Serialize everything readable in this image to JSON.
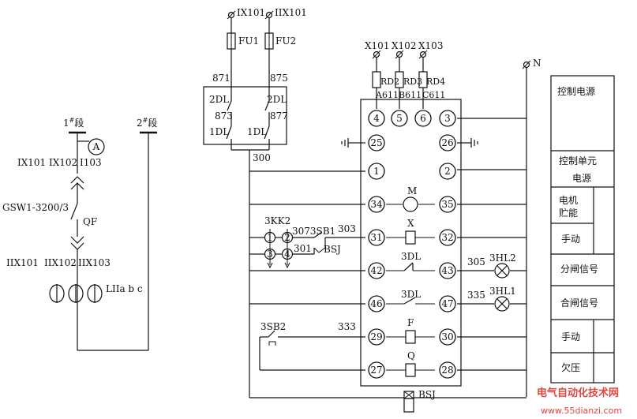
{
  "left": {
    "bus1": "1",
    "bus1_sup": "#",
    "bus1_suffix": "段",
    "bus2": "2",
    "bus2_sup": "#",
    "bus2_suffix": "段",
    "ammeter": "A",
    "line1_labels": [
      "IX101",
      "IX102",
      "I103"
    ],
    "breaker_model": "GSW1-3200/3",
    "breaker": "QF",
    "line2_labels": [
      "IIX101",
      "IIX102",
      "IIX103"
    ],
    "ct": "LIIa b c"
  },
  "top": {
    "supply": [
      "IX101",
      "IIX101"
    ],
    "fuses": [
      "FU1",
      "FU2"
    ],
    "wires_top": [
      "871",
      "875"
    ],
    "dl_labels": [
      "2DL",
      "2DL",
      "1DL",
      "1DL"
    ],
    "wires_mid": [
      "873",
      "877"
    ],
    "out_wire": "300"
  },
  "rd": {
    "terminals": [
      "X101",
      "X102",
      "X103"
    ],
    "fuses": [
      "RD2",
      "RD3",
      "RD4"
    ],
    "wires": [
      "A611",
      "B611",
      "C611"
    ],
    "neutral": "N"
  },
  "unit": {
    "left_terms": [
      "4",
      "25",
      "1",
      "34",
      "31",
      "42",
      "46",
      "29",
      "27"
    ],
    "right_terms": [
      "5",
      "6",
      "3",
      "26",
      "2",
      "35",
      "32",
      "43",
      "47",
      "30",
      "28"
    ],
    "motor": "M",
    "x_coil": "X",
    "dl3a": "3DL",
    "dl3b": "3DL",
    "f_coil": "F",
    "q_coil": "Q"
  },
  "ctrl": {
    "switch": "3KK2",
    "contacts": [
      "1",
      "2",
      "3",
      "4"
    ],
    "sb_label": "3073SB1",
    "wire303": "303",
    "wire301": "301",
    "bsj": "BSJ",
    "sb2": "3SB2",
    "wire333": "333",
    "wire305": "305",
    "lamp1": "3HL2",
    "wire335": "335",
    "lamp2": "3HL1",
    "bsj_bottom": "BSJ"
  },
  "legend": [
    "控制电源",
    "控制单元",
    "电源",
    "电机",
    "贮能",
    "手动",
    "分闸信号",
    "合闸信号",
    "手动",
    "欠压"
  ],
  "watermark": {
    "line1": "电气自动化技术网",
    "line2": "www.55dianzi.com"
  }
}
